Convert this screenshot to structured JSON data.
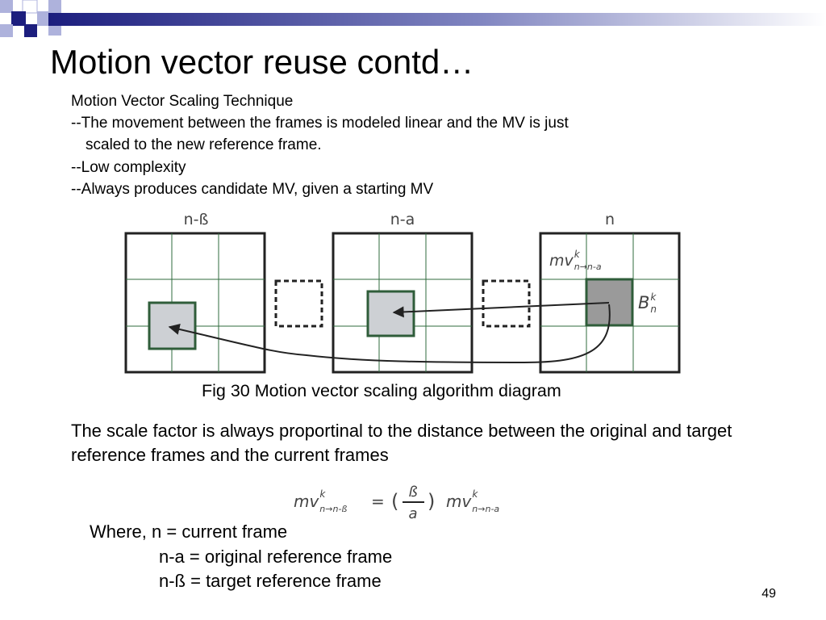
{
  "title": "Motion vector reuse contd…",
  "intro": {
    "heading": "Motion Vector Scaling Technique",
    "line1": "--The movement between the frames is modeled linear and the MV is just",
    "line1_cont": "scaled to the new reference frame.",
    "line2": "--Low complexity",
    "line3": "--Always produces candidate MV, given a starting MV"
  },
  "diagram": {
    "frame1_label": "n-ß",
    "frame2_label": "n-a",
    "frame3_label": "n",
    "mv_label": {
      "base": "mv",
      "sup": "k",
      "sub": "n→n-a"
    },
    "block_label": {
      "base": "B",
      "sup": "k",
      "sub": "n"
    }
  },
  "figure_caption": "Fig 30 Motion vector scaling algorithm diagram",
  "paragraph": "The scale factor is always proportinal to the distance between the original and target reference frames and the current frames",
  "formula": {
    "lhs": {
      "base": "mv",
      "sup": "k",
      "sub": "n→n-ß"
    },
    "equals": "=",
    "open_paren": "(",
    "numerator": "ß",
    "denominator": "a",
    "close_paren": ")",
    "rhs": {
      "base": "mv",
      "sup": "k",
      "sub": "n→n-a"
    }
  },
  "where": {
    "line1": "Where, n = current frame",
    "line2": "n-a = original reference frame",
    "line3": "n-ß = target reference frame"
  },
  "page_number": "49",
  "colors": {
    "decor_navy": "#1c1e7e",
    "decor_lavender": "#aeb2dc",
    "block_border": "#2f5d3a",
    "block_fill_light": "#cdd0d4",
    "block_fill_dark": "#9a9a9a",
    "grid_line": "#2f6b3e",
    "frame_border": "#222222",
    "label_gray": "#444444"
  }
}
